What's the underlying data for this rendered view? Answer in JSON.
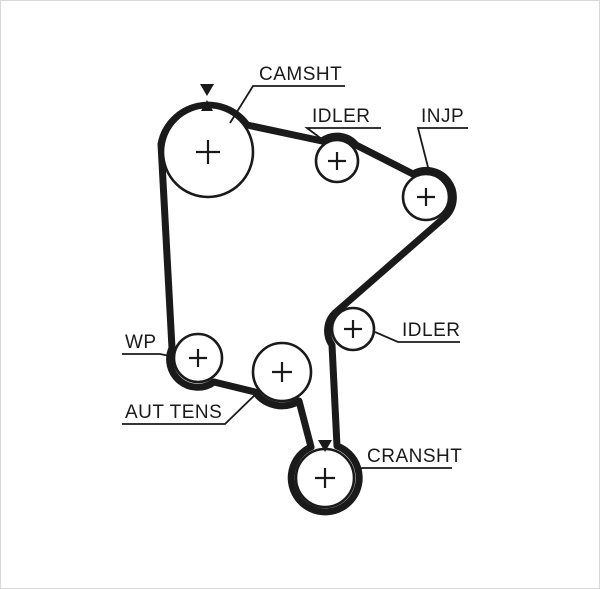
{
  "diagram": {
    "type": "timing-belt-routing-diagram",
    "colors": {
      "ink": "#1a1a1a",
      "background": "#ffffff"
    },
    "labels": [
      {
        "id": "camsht",
        "text": "CAMSHT"
      },
      {
        "id": "idler-top",
        "text": "IDLER"
      },
      {
        "id": "injp",
        "text": "INJP"
      },
      {
        "id": "wp",
        "text": "WP"
      },
      {
        "id": "aut-tens",
        "text": "AUT TENS"
      },
      {
        "id": "idler-right",
        "text": "IDLER"
      },
      {
        "id": "cransht",
        "text": "CRANSHT"
      }
    ]
  }
}
